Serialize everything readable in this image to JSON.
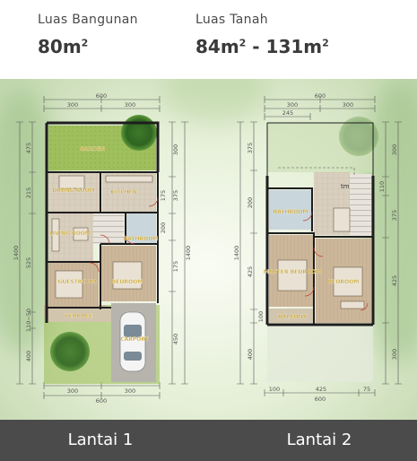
{
  "header": {
    "building_area_label": "Luas Bangunan",
    "building_area_value": "80m",
    "building_area_unit": "2",
    "land_area_label": "Luas Tanah",
    "land_area_value_a": "84m",
    "land_area_unit_a": "2",
    "land_area_value_sep": " - 131m",
    "land_area_unit_b": "2"
  },
  "floor1": {
    "dims": {
      "top_total": "600",
      "top_left": "300",
      "top_right": "300",
      "bottom_total": "600",
      "bottom_left": "300",
      "bottom_right": "300",
      "left_outer": "1400",
      "left_a": "475",
      "left_b": "215",
      "left_c": "525",
      "left_d": "110~50",
      "left_e": "400",
      "right_outer": "1400",
      "right_a": "300",
      "right_b": "175",
      "right_c": "200",
      "right_d": "375",
      "right_e": "450",
      "right_f": "175"
    },
    "rooms": {
      "garden": "GARDEN",
      "dining": "DINING ROOM",
      "kitchen": "KITCHEN",
      "living": "LIVING ROOM",
      "bathroom": "BATHROOM",
      "guestroom": "GUESTROOM",
      "bedroom": "BEDROOM",
      "terrace": "TERRACE",
      "carport": "CARPORT"
    }
  },
  "floor2": {
    "dims": {
      "top_total": "600",
      "top_left": "300",
      "top_right": "300",
      "top_sub": "245",
      "bottom_total": "600",
      "bottom_a": "100",
      "bottom_b": "425",
      "bottom_c": "75",
      "left_outer": "1400",
      "left_a": "375",
      "left_b": "200",
      "left_c": "425",
      "left_d": "100",
      "left_e": "400",
      "right_a": "300",
      "right_b": "110",
      "right_c": "375",
      "right_d": "425",
      "right_e": "300"
    },
    "rooms": {
      "bathroom": "BATHROOM",
      "master": "MASTER BEDROOM",
      "bedroom": "BEDROOM",
      "balcony": "BALCONY",
      "stair": "tm"
    }
  },
  "footer": {
    "floor1_label": "Lantai 1",
    "floor2_label": "Lantai 2"
  },
  "colors": {
    "footer_bg": "#4b4b4b",
    "wall": "#1e1e1e",
    "floor_tile": "#d6cbb9",
    "garden_green": "#a9c66b",
    "room_label": "#c9a227"
  }
}
